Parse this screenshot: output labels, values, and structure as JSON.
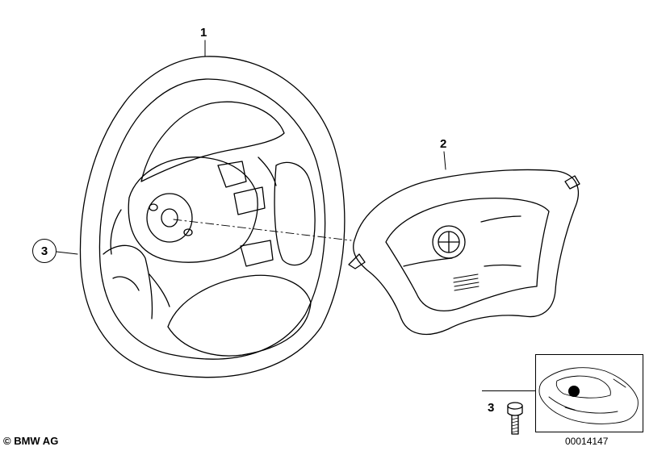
{
  "callouts": {
    "steering_wheel": "1",
    "airbag_module": "2",
    "bolt_ring": "3",
    "bolt_inset": "3"
  },
  "copyright": "© BMW AG",
  "diagram_id": "00014147",
  "colors": {
    "line": "#000000",
    "hotspot": "#000000",
    "background": "#ffffff"
  }
}
